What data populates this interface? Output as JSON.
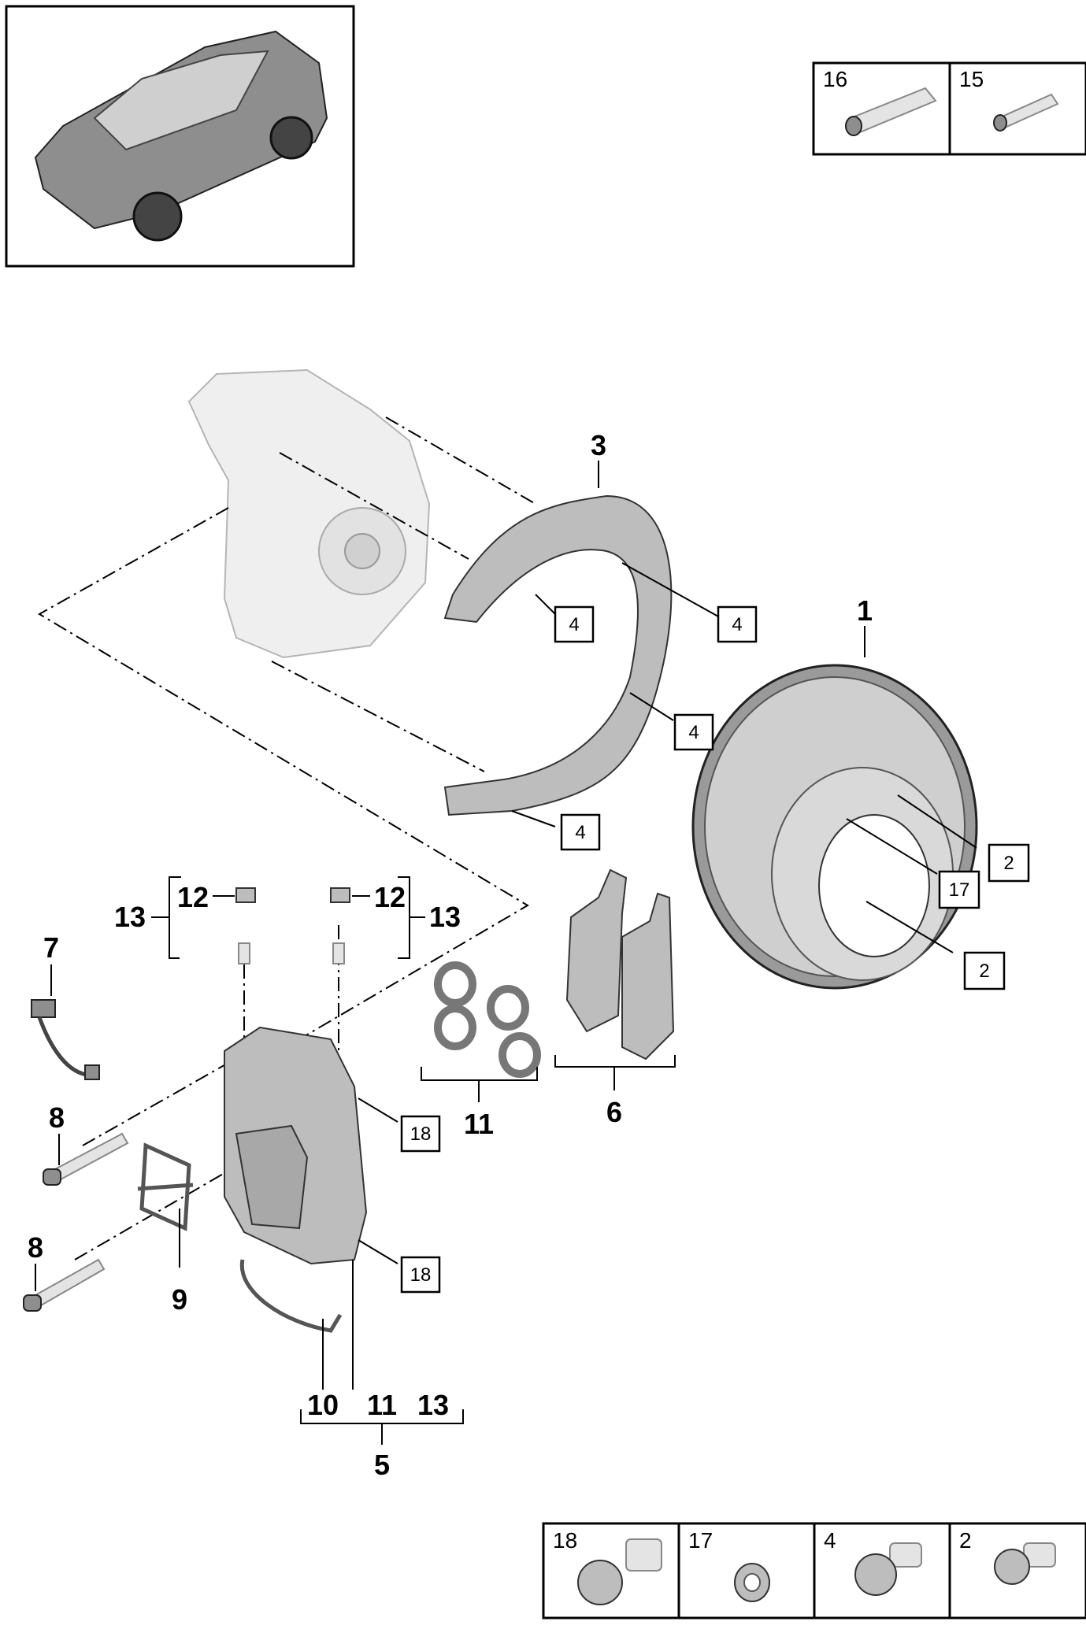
{
  "callouts": {
    "n1": "1",
    "n3": "3",
    "n5": "5",
    "n6": "6",
    "n7": "7",
    "n8a": "8",
    "n8b": "8",
    "n9": "9",
    "n10": "10",
    "n11a": "11",
    "n11b": "11",
    "n12a": "12",
    "n12b": "12",
    "n13a": "13",
    "n13b": "13",
    "n13c": "13"
  },
  "boxed": {
    "b4a": "4",
    "b4b": "4",
    "b4c": "4",
    "b4d": "4",
    "b2a": "2",
    "b2b": "2",
    "b17": "17",
    "b18a": "18",
    "b18b": "18"
  },
  "top_legend": [
    "16",
    "15"
  ],
  "bottom_legend": [
    "18",
    "17",
    "4",
    "2"
  ]
}
